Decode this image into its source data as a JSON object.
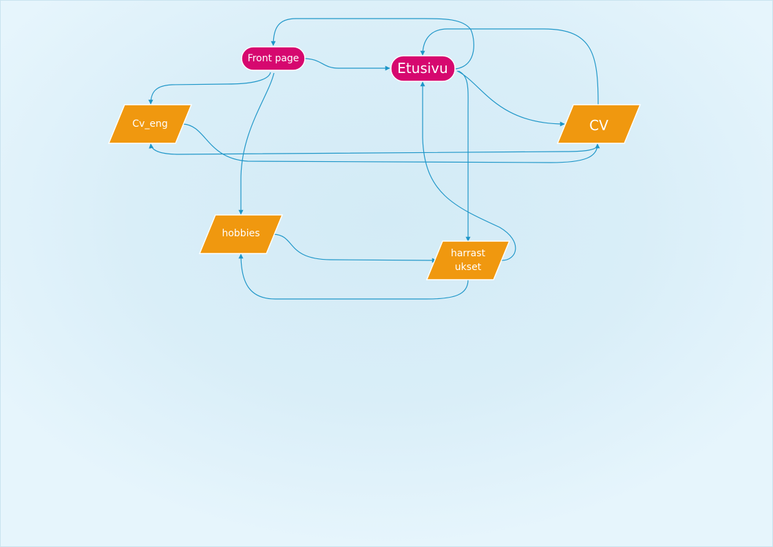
{
  "colors": {
    "accent": "#1e96c8",
    "page_node": "#d6086f",
    "data_node": "#f0980f"
  },
  "nodes": {
    "front_page": {
      "label": "Front page",
      "shape": "rounded-rectangle"
    },
    "etusivu": {
      "label": "Etusivu",
      "shape": "rounded-rectangle"
    },
    "cv_eng": {
      "label": "Cv_eng",
      "shape": "parallelogram"
    },
    "cv": {
      "label": "CV",
      "shape": "parallelogram"
    },
    "hobbies": {
      "label": "hobbies",
      "shape": "parallelogram"
    },
    "harrastukset": {
      "label_line1": "harrast",
      "label_line2": "ukset",
      "shape": "parallelogram"
    }
  },
  "edges": [
    {
      "from": "Front page",
      "to": "Etusivu"
    },
    {
      "from": "Front page",
      "to": "Cv_eng"
    },
    {
      "from": "Front page",
      "to": "hobbies"
    },
    {
      "from": "Etusivu",
      "to": "Front page"
    },
    {
      "from": "Etusivu",
      "to": "CV"
    },
    {
      "from": "Etusivu",
      "to": "harrastukset"
    },
    {
      "from": "CV",
      "to": "Etusivu"
    },
    {
      "from": "CV",
      "to": "Cv_eng"
    },
    {
      "from": "Cv_eng",
      "to": "CV"
    },
    {
      "from": "hobbies",
      "to": "harrastukset"
    },
    {
      "from": "harrastukset",
      "to": "hobbies"
    },
    {
      "from": "harrastukset",
      "to": "Etusivu"
    }
  ]
}
